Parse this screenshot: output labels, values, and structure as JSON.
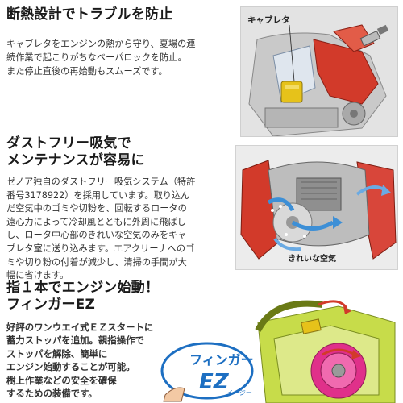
{
  "section1": {
    "heading": "断熱設計でトラブルを防止",
    "lines": [
      "キャブレタをエンジンの熱から守り、夏場の連",
      "続作業で起こりがちなベーパロックを防止。",
      "また停止直後の再始動もスムーズです。"
    ],
    "figure_label": "キャブレタ"
  },
  "section2": {
    "heading_lines": [
      "ダストフリー吸気で",
      "メンテナンスが容易に"
    ],
    "lines": [
      "ゼノア独自のダストフリー吸気システム（特許",
      "番号3178922）を採用しています。取り込ん",
      "だ空気中のゴミや切粉を、回転するロータの",
      "遠心力によって冷却風とともに外周に飛ばし",
      "し、ロータ中心部のきれいな空気のみをキャ",
      "ブレタ室に送り込みます。エアクリーナへのゴ",
      "ミや切り粉の付着が減少し、清掃の手間が大",
      "幅に省けます。"
    ],
    "figure_label": "きれいな空気"
  },
  "section3": {
    "heading_lines": [
      "指１本でエンジン始動！",
      "フィンガーEZ"
    ],
    "lines": [
      "好評のワンウエイ式ＥＺスタートに",
      "蓄力ストッパを追加。親指操作で",
      "ストッパを解除、簡単に",
      "エンジン始動することが可能。",
      "樹上作業などの安全を確保",
      "するための装備です。"
    ],
    "logo": {
      "main": "フィンガー",
      "ez": "EZ",
      "sub": "イージー"
    }
  },
  "colors": {
    "engine_red": "#d23a2a",
    "carb_yellow": "#e6c21a",
    "airflow_blue": "#3d8fd6",
    "chainsaw_green": "#b9d23a",
    "starter_pink": "#e0308a",
    "logo_blue": "#1d6fc2"
  }
}
